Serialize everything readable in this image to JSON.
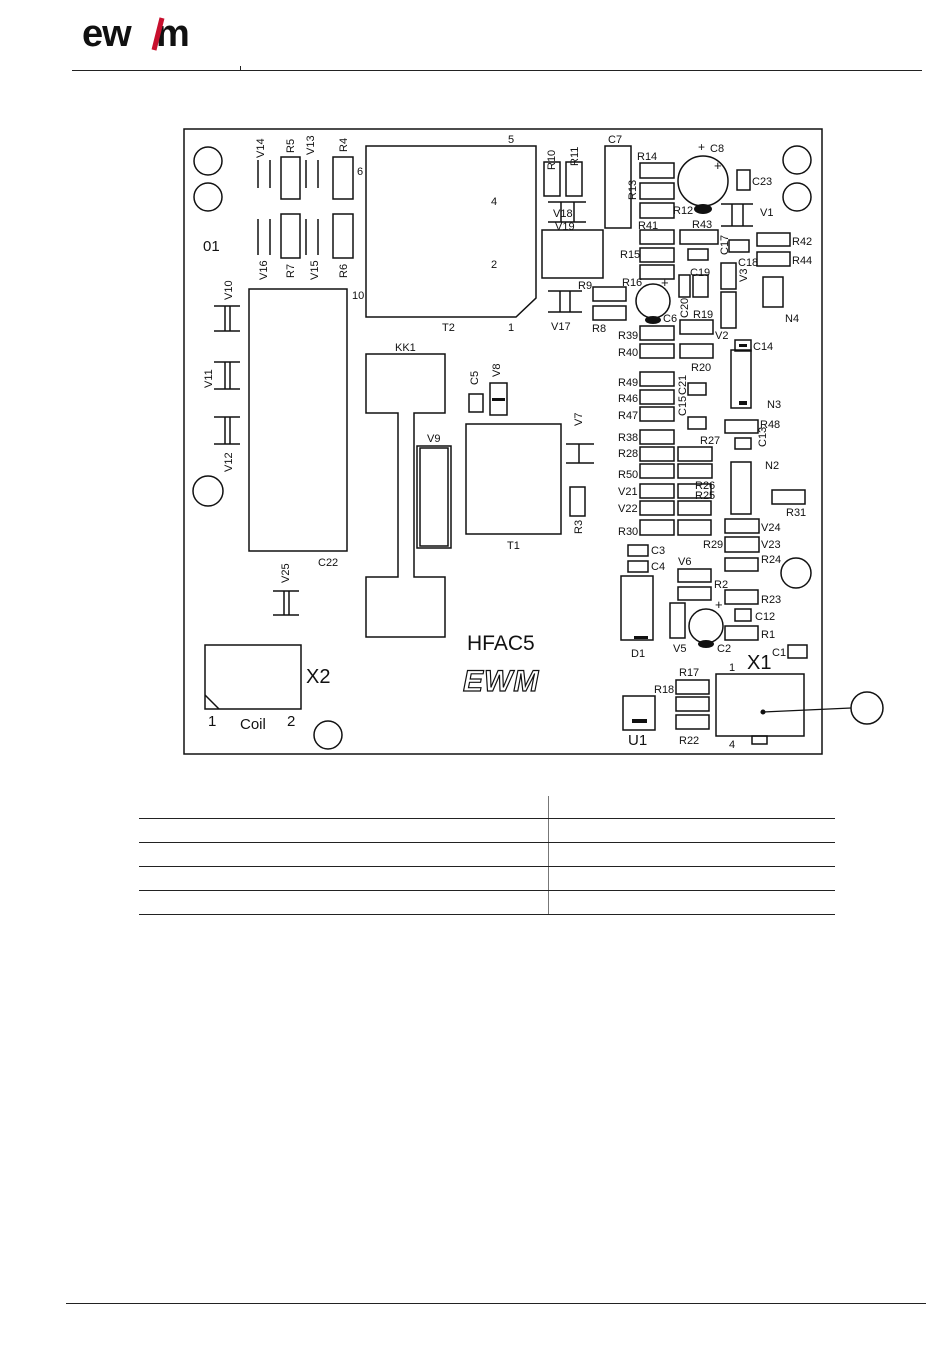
{
  "brand": {
    "logo_text": "ewm",
    "accent_color": "#c8102e"
  },
  "board": {
    "board_name": "HFAC5",
    "board_logo_text": "EWM",
    "fiducial_label": "01",
    "x1_label": "X1",
    "x2_label": "X2",
    "coil_label": "Coil",
    "x2_pin_left": "1",
    "x2_pin_right": "2",
    "x1_pin_top": "1",
    "x1_pin_bottom": "4",
    "t2_pins": [
      "5",
      "6",
      "4",
      "2",
      "10",
      "1"
    ],
    "reference_designators": [
      "V14",
      "R5",
      "V13",
      "R4",
      "V16",
      "R7",
      "V15",
      "R6",
      "T2",
      "R10",
      "R11",
      "C7",
      "R14",
      "R13",
      "R12",
      "C8",
      "C23",
      "V1",
      "V18",
      "V19",
      "R41",
      "R43",
      "C17",
      "R42",
      "R15",
      "C18",
      "R44",
      "R9",
      "R16",
      "C19",
      "V3",
      "C20",
      "C6",
      "R19",
      "V17",
      "R8",
      "R39",
      "V2",
      "N4",
      "R40",
      "R20",
      "C14",
      "V10",
      "V11",
      "V12",
      "C22",
      "KK1",
      "C5",
      "V8",
      "V9",
      "V7",
      "T1",
      "R3",
      "R49",
      "C21",
      "R46",
      "C15",
      "R47",
      "N3",
      "R38",
      "R27",
      "R48",
      "C13",
      "R28",
      "N2",
      "R50",
      "R26",
      "V21",
      "R25",
      "V22",
      "R31",
      "R30",
      "V24",
      "R29",
      "V23",
      "C3",
      "R24",
      "C4",
      "V6",
      "R2",
      "R23",
      "V25",
      "V5",
      "C12",
      "D1",
      "C2",
      "R1",
      "C1",
      "R17",
      "R18",
      "R22",
      "U1"
    ]
  },
  "table": {
    "rows": [
      [
        "",
        ""
      ],
      [
        "",
        ""
      ],
      [
        "",
        ""
      ],
      [
        "",
        ""
      ],
      [
        "",
        ""
      ]
    ]
  }
}
